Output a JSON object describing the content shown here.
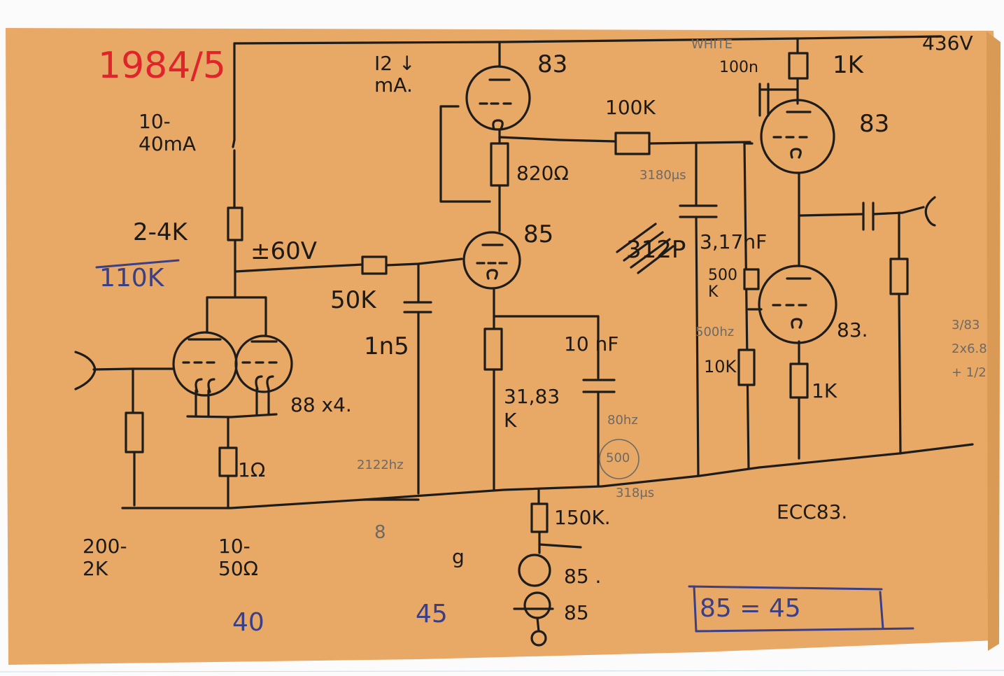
{
  "labels": {
    "year": "1984/5",
    "supply_voltage": "436V",
    "tail_current": "10-\n40mA",
    "tail_resistor": "2-4K",
    "tail_resistor_alt": "110K",
    "cathode_voltage": "±60V",
    "grid_stop": "50K",
    "filter_cap": "1n5",
    "corner_2122": "2122hz",
    "input_tubes": "88 x4.",
    "cathode_1ohm": "1Ω",
    "input_load": "200-\n2K",
    "source_range": "10-\n50Ω",
    "source_alt": "40",
    "anode_current": "I2 ↓\nmA.",
    "tube_83_top": "83",
    "cathode_820": "820Ω",
    "tube_85": "85",
    "plate_res": "31,83\nK",
    "tc_cap": "10 nF",
    "pencil_80hz": "80hz",
    "circled_500": "500",
    "pencil_318": "318μs",
    "res_150k": "150K.",
    "ref_85a": "85 .",
    "ref_85b": "85",
    "ref_45": "45",
    "res_100k": "100K",
    "pencil_3180": "3180μs",
    "cap_312": "312P",
    "cap_317": "3,17nF",
    "res_500k": "500\nK",
    "pencil_500hz": "500hz",
    "res_10k": "10K",
    "white_note": "WHITE",
    "cap_100n": "100n",
    "res_1k_top": "1K",
    "tube_83_right": "83",
    "tube_83_low": "83.",
    "res_1k_low": "1K",
    "tube_type": "ECC83.",
    "equation": "85 = 45",
    "margin_note": "3/83\n2x6.8\n+ 1/2",
    "squiggle_a": "g",
    "squiggle_b": "8"
  }
}
